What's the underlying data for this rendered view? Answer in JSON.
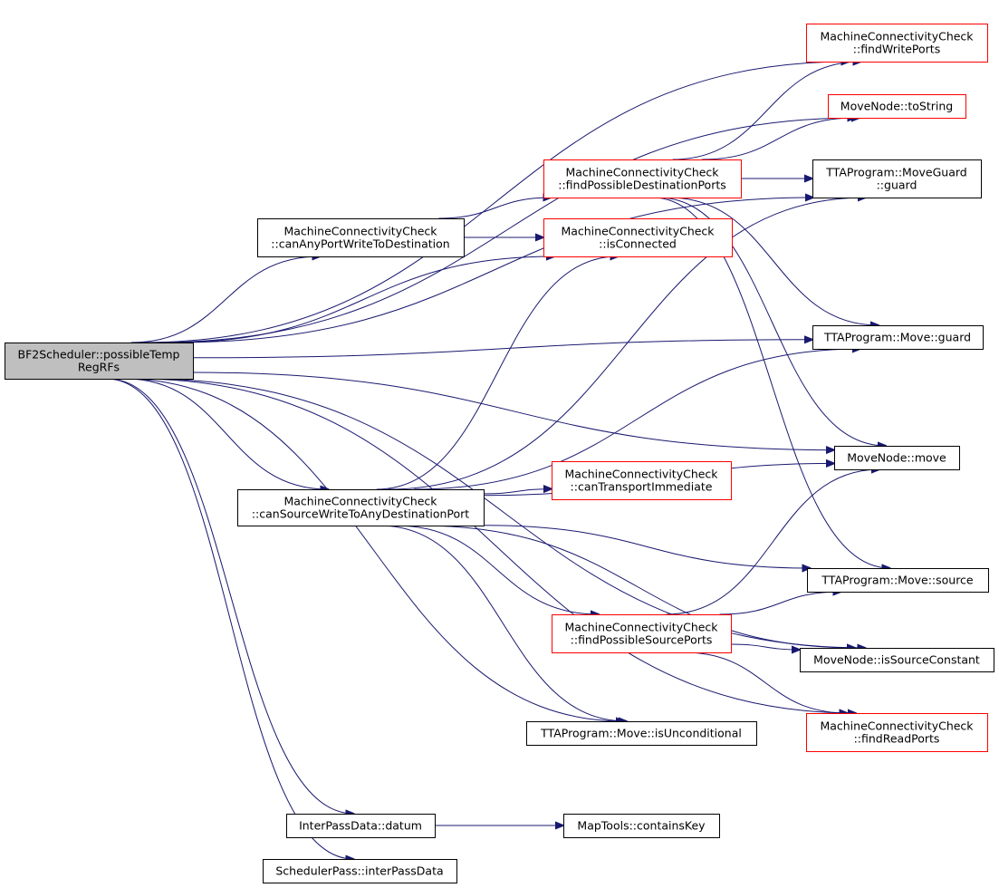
{
  "colors": {
    "edge": "#191970",
    "root_fill": "#bfbfbf",
    "black_border": "#000000",
    "red_border": "#ff0000",
    "node_fill": "#ffffff"
  },
  "nodes": {
    "root": {
      "lines": [
        "BF2Scheduler::possibleTemp",
        "RegRFs"
      ],
      "border": "black",
      "root": true
    },
    "canAny": {
      "lines": [
        "MachineConnectivityCheck",
        "::canAnyPortWriteToDestination"
      ],
      "border": "black"
    },
    "canSrc": {
      "lines": [
        "MachineConnectivityCheck",
        "::canSourceWriteToAnyDestinationPort"
      ],
      "border": "black"
    },
    "datum": {
      "lines": [
        "InterPassData::datum"
      ],
      "border": "black"
    },
    "ipd": {
      "lines": [
        "SchedulerPass::interPassData"
      ],
      "border": "black"
    },
    "fpdp": {
      "lines": [
        "MachineConnectivityCheck",
        "::findPossibleDestinationPorts"
      ],
      "border": "red"
    },
    "isConn": {
      "lines": [
        "MachineConnectivityCheck",
        "::isConnected"
      ],
      "border": "red"
    },
    "canTI": {
      "lines": [
        "MachineConnectivityCheck",
        "::canTransportImmediate"
      ],
      "border": "red"
    },
    "fpsp": {
      "lines": [
        "MachineConnectivityCheck",
        "::findPossibleSourcePorts"
      ],
      "border": "red"
    },
    "isUncond": {
      "lines": [
        "TTAProgram::Move::isUnconditional"
      ],
      "border": "black"
    },
    "mapKey": {
      "lines": [
        "MapTools::containsKey"
      ],
      "border": "black"
    },
    "fwp": {
      "lines": [
        "MachineConnectivityCheck",
        "::findWritePorts"
      ],
      "border": "red"
    },
    "toString": {
      "lines": [
        "MoveNode::toString"
      ],
      "border": "red"
    },
    "mguard": {
      "lines": [
        "TTAProgram::MoveGuard",
        "::guard"
      ],
      "border": "black"
    },
    "moveGuard": {
      "lines": [
        "TTAProgram::Move::guard"
      ],
      "border": "black"
    },
    "mnMove": {
      "lines": [
        "MoveNode::move"
      ],
      "border": "black"
    },
    "moveSrc": {
      "lines": [
        "TTAProgram::Move::source"
      ],
      "border": "black"
    },
    "isSrcConst": {
      "lines": [
        "MoveNode::isSourceConstant"
      ],
      "border": "black"
    },
    "frp": {
      "lines": [
        "MachineConnectivityCheck",
        "::findReadPorts"
      ],
      "border": "red"
    }
  },
  "edges": [
    [
      "root",
      "fwp"
    ],
    [
      "root",
      "toString"
    ],
    [
      "root",
      "mguard"
    ],
    [
      "root",
      "canAny"
    ],
    [
      "root",
      "isConn"
    ],
    [
      "root",
      "moveGuard"
    ],
    [
      "root",
      "mnMove"
    ],
    [
      "root",
      "canSrc"
    ],
    [
      "root",
      "isSrcConst"
    ],
    [
      "root",
      "isUncond"
    ],
    [
      "root",
      "frp"
    ],
    [
      "root",
      "datum"
    ],
    [
      "root",
      "ipd"
    ],
    [
      "canAny",
      "fpdp"
    ],
    [
      "canAny",
      "isConn"
    ],
    [
      "fpdp",
      "fwp"
    ],
    [
      "fpdp",
      "toString"
    ],
    [
      "fpdp",
      "mguard"
    ],
    [
      "fpdp",
      "moveGuard"
    ],
    [
      "fpdp",
      "mnMove"
    ],
    [
      "fpdp",
      "moveSrc"
    ],
    [
      "canSrc",
      "isConn"
    ],
    [
      "canSrc",
      "mguard"
    ],
    [
      "canSrc",
      "moveGuard"
    ],
    [
      "canSrc",
      "canTI"
    ],
    [
      "canSrc",
      "mnMove"
    ],
    [
      "canSrc",
      "moveSrc"
    ],
    [
      "canSrc",
      "fpsp"
    ],
    [
      "canSrc",
      "isSrcConst"
    ],
    [
      "canSrc",
      "isUncond"
    ],
    [
      "fpsp",
      "mnMove"
    ],
    [
      "fpsp",
      "moveSrc"
    ],
    [
      "fpsp",
      "isSrcConst"
    ],
    [
      "fpsp",
      "frp"
    ],
    [
      "datum",
      "mapKey"
    ]
  ]
}
